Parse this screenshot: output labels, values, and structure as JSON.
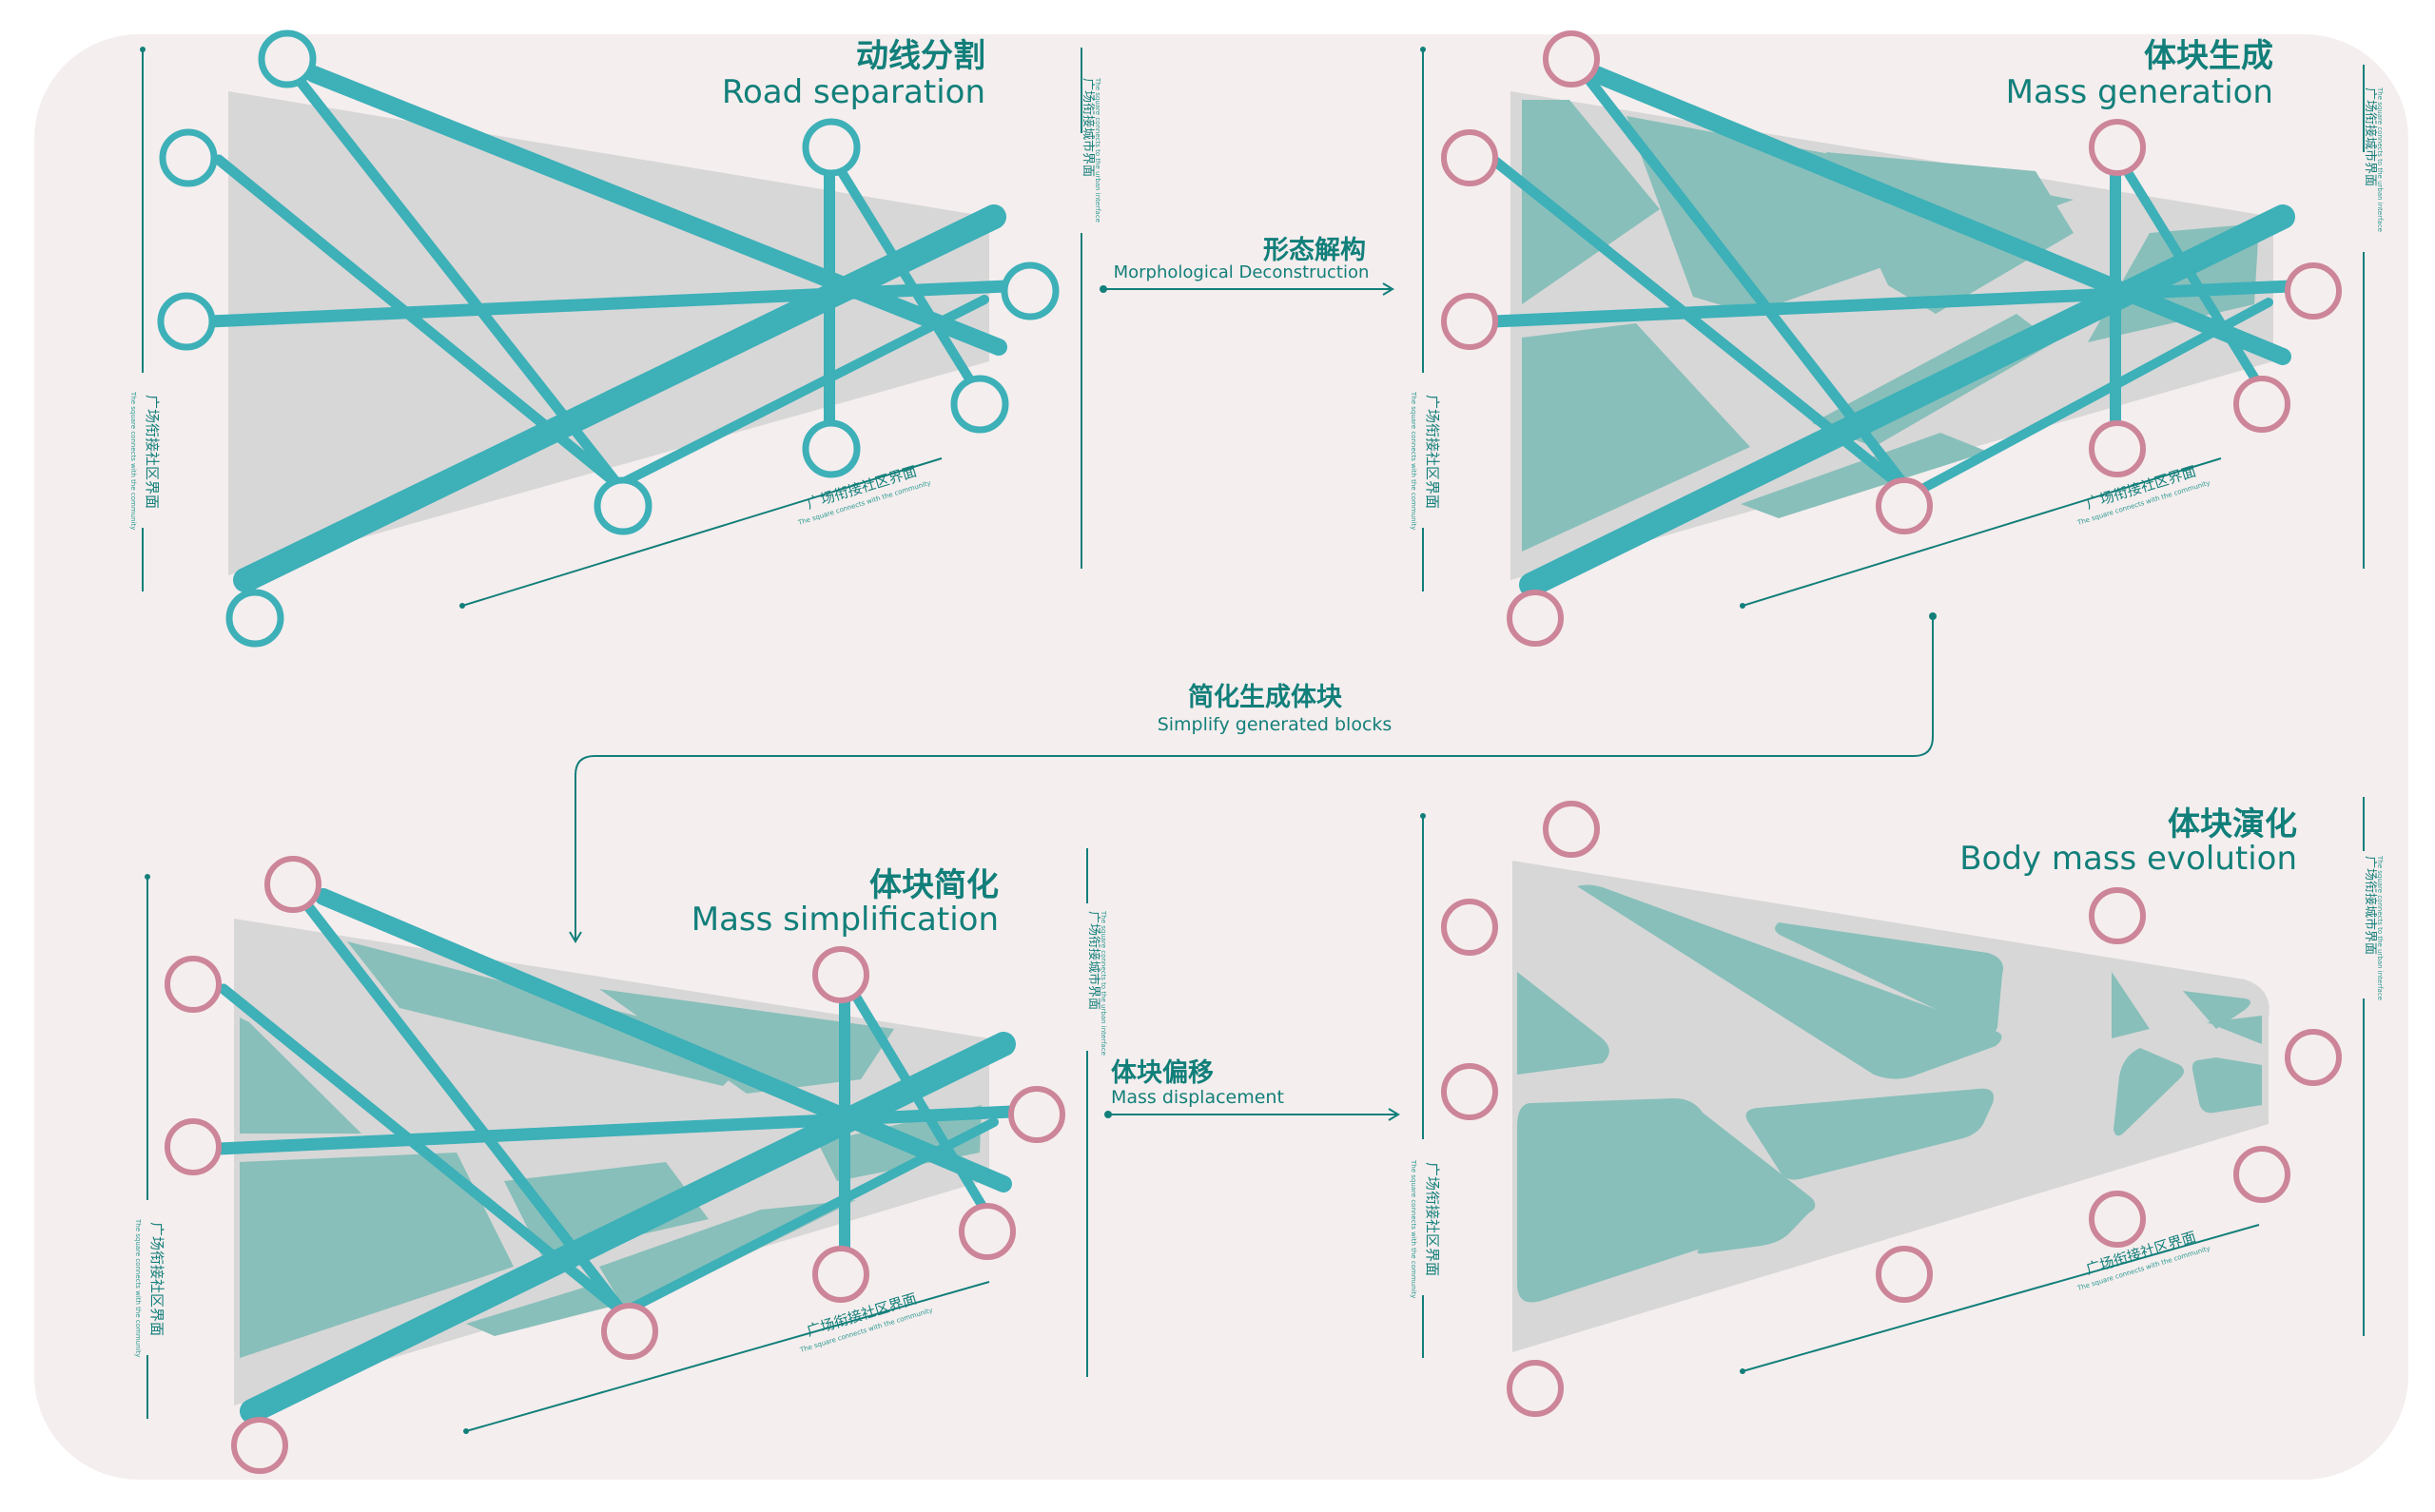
{
  "colors": {
    "background": "#f5eeee",
    "page": "#ffffff",
    "road": "#3db0b8",
    "mass": "#88bfba",
    "plate": "#d7d7d7",
    "node_teal": "#3db0b8",
    "node_pink": "#cc8599",
    "text": "#127f7a"
  },
  "panels": [
    {
      "title_cn": "动线分割",
      "title_en": "Road separation"
    },
    {
      "title_cn": "体块生成",
      "title_en": "Mass generation"
    },
    {
      "title_cn": "体块简化",
      "title_en": "Mass simplification"
    },
    {
      "title_cn": "体块演化",
      "title_en": "Body mass evolution"
    }
  ],
  "arrows": [
    {
      "cn": "形态解构",
      "en": "Morphological Deconstruction"
    },
    {
      "cn": "简化生成体块",
      "en": "Simplify generated blocks"
    },
    {
      "cn": "体块偏移",
      "en": "Mass displacement"
    }
  ],
  "edge_labels": {
    "left_cn": "广场衔接社区界面",
    "left_en": "The square connects with the community",
    "right_cn": "广场衔接城市界面",
    "right_en": "The square connects to the urban interface",
    "bottom_cn": "广场衔接社区界面",
    "bottom_en": "The square connects with the community"
  }
}
